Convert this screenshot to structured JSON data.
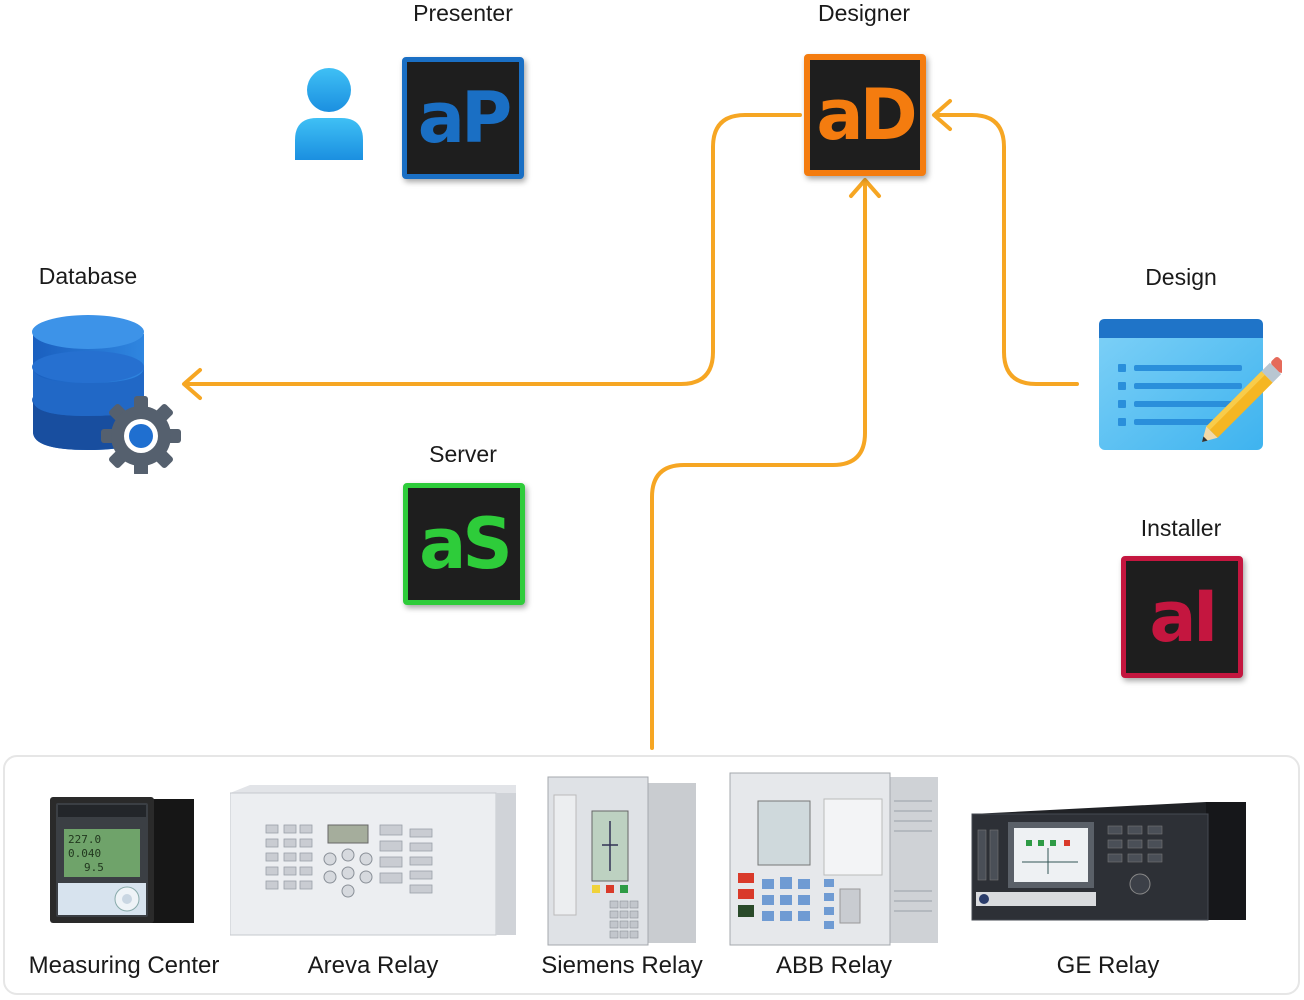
{
  "nodes": {
    "presenter": {
      "label": "Presenter",
      "glyph": "aP",
      "color": "#1a6fc4"
    },
    "designer": {
      "label": "Designer",
      "glyph": "aD",
      "color": "#f47c0f"
    },
    "database": {
      "label": "Database"
    },
    "design": {
      "label": "Design"
    },
    "server": {
      "label": "Server",
      "glyph": "aS",
      "color": "#2ecc3a"
    },
    "installer": {
      "label": "Installer",
      "glyph": "aI",
      "color": "#c4163f"
    }
  },
  "devices": [
    {
      "label": "Measuring Center"
    },
    {
      "label": "Areva Relay"
    },
    {
      "label": "Siemens Relay"
    },
    {
      "label": "ABB Relay"
    },
    {
      "label": "GE Relay"
    }
  ],
  "colors": {
    "arrow": "#f6a623"
  }
}
